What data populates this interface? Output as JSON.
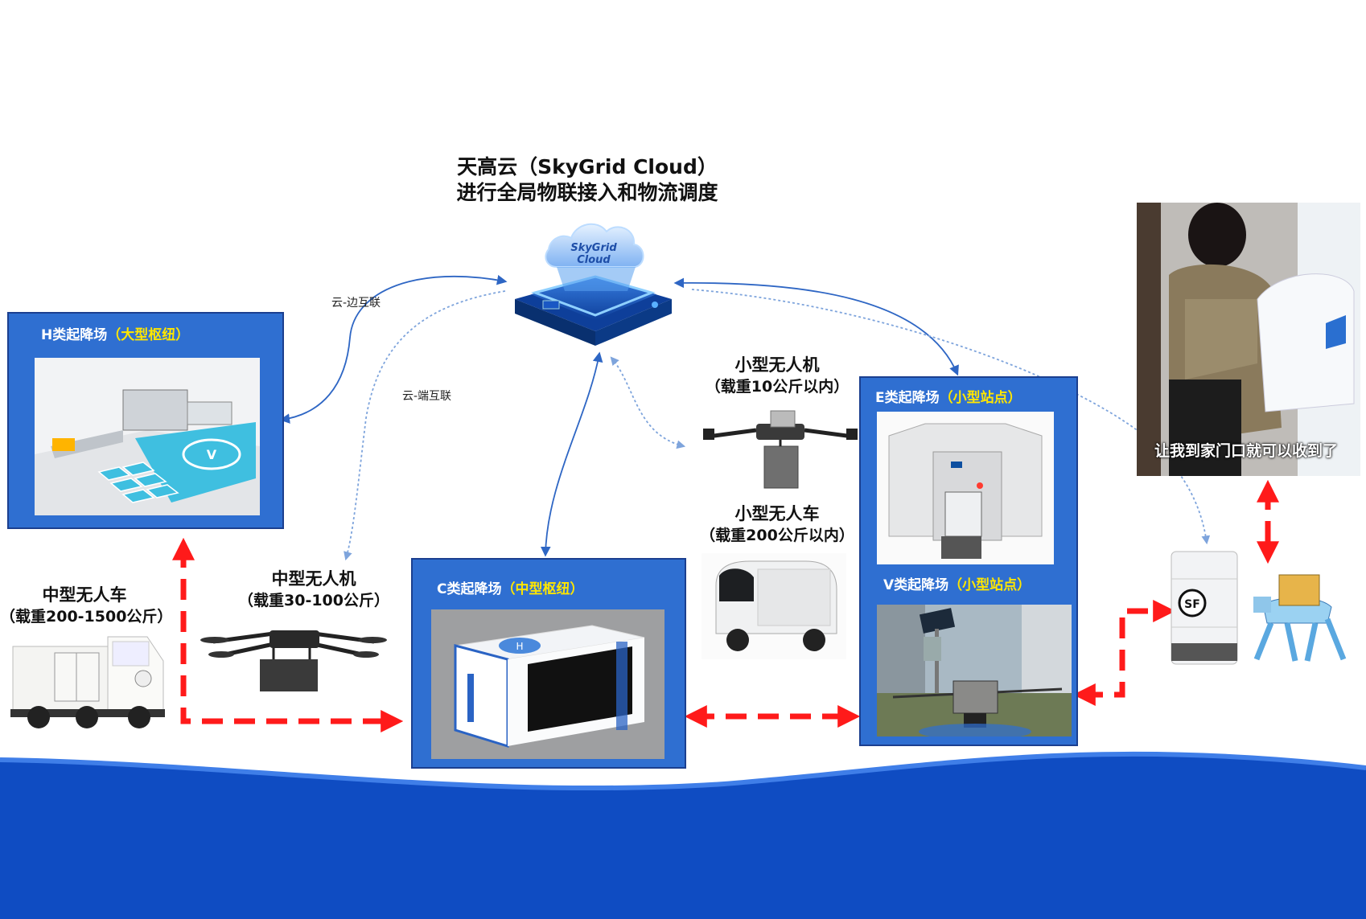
{
  "header": {
    "title_line1": "天高云（SkyGrid Cloud）",
    "title_line2": "进行全局物联接入和物流调度"
  },
  "cloud": {
    "logo_line1": "SkyGrid",
    "logo_line2": "Cloud"
  },
  "edges": {
    "cloud_edge": "云-边互联",
    "cloud_device": "云-端互联"
  },
  "hubs": {
    "h": {
      "name": "H类起降场",
      "tag": "（大型枢纽）"
    },
    "c": {
      "name": "C类起降场",
      "tag": "（中型枢纽）"
    },
    "e": {
      "name": "E类起降场",
      "tag": "（小型站点）"
    },
    "v": {
      "name": "V类起降场",
      "tag": "（小型站点）"
    }
  },
  "vehicles": {
    "medium_truck": {
      "name": "中型无人车",
      "load": "（载重200-1500公斤）"
    },
    "medium_drone": {
      "name": "中型无人机",
      "load": "（载重30-100公斤）"
    },
    "small_drone": {
      "name": "小型无人机",
      "load": "（载重10公斤以内）"
    },
    "small_car": {
      "name": "小型无人车",
      "load": "（载重200公斤以内）"
    }
  },
  "delivery": {
    "subtitle": "让我到家门口就可以收到了",
    "locker_logo": "SF"
  },
  "colors": {
    "box_blue": "#2f6fd1",
    "highlight_yellow": "#ffe600",
    "arrow_red": "#ff1a1a",
    "link_blue": "#2e66c4",
    "wave_blue": "#0f4cc2"
  }
}
